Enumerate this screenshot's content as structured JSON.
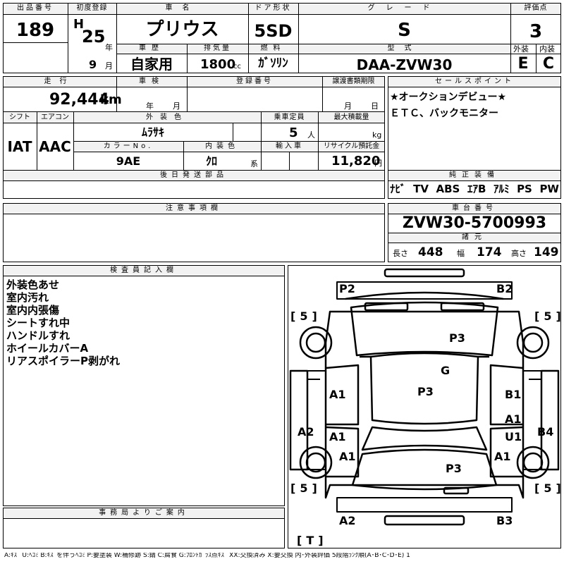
{
  "header": {
    "lot_no_label": "出品番号",
    "lot_no": "189",
    "first_reg_label": "初度登録",
    "era": "H",
    "year": "25",
    "year_unit": "年",
    "month": "9",
    "month_unit": "月",
    "car_name_label": "車名",
    "car_name": "プリウス",
    "door_label": "ドア形状",
    "door": "5SD",
    "grade_label": "グレード",
    "grade": "S",
    "score_label": "評価点",
    "score": "3",
    "history_label": "車歴",
    "history": "自家用",
    "displacement_label": "排気量",
    "displacement": "1800",
    "displacement_unit": "cc",
    "fuel_label": "燃料",
    "fuel": "ｶﾞｿﾘﾝ",
    "model_label": "型式",
    "model": "DAA-ZVW30",
    "ext_label": "外装",
    "ext_grade": "E",
    "int_label": "内装",
    "int_grade": "C"
  },
  "specs": {
    "mileage_label": "走行",
    "mileage": "92,444",
    "mileage_unit": "km",
    "inspection_label": "車検",
    "inspection_year_unit": "年",
    "inspection_month_unit": "月",
    "reg_no_label": "登録番号",
    "transfer_label": "譲渡書類期限",
    "transfer_month_unit": "月",
    "transfer_day_unit": "日",
    "shift_label": "シフト",
    "shift": "IAT",
    "ac_label": "エアコン",
    "ac": "AAC",
    "ext_color_label": "外装色",
    "ext_color": "ﾑﾗｻｷ",
    "seats_label": "乗車定員",
    "seats": "5",
    "seats_unit": "人",
    "load_label": "最大積載量",
    "load_unit": "kg",
    "color_no_label": "カラーNo.",
    "color_no": "9AE",
    "int_color_label": "内装色",
    "int_color": "ｸﾛ",
    "int_color_unit": "系",
    "import_label": "輸入車",
    "recycle_label": "リサイクル預託金",
    "recycle": "11,820",
    "recycle_unit": "円",
    "later_parts_label": "後日発送部品"
  },
  "sales_points": {
    "label": "セールスポイント",
    "line1": "★オークションデビュー★",
    "line2": "ＥＴＣ、バックモニター"
  },
  "equipment": {
    "label": "純正装備",
    "items": [
      "ﾅﾋﾞ",
      "TV",
      "ABS",
      "ｴｱB",
      "ｱﾙﾐ",
      "PS",
      "PW"
    ]
  },
  "caution_label": "注意事項欄",
  "chassis": {
    "label": "車台番号",
    "number": "ZVW30-5700993",
    "dims_label": "諸元",
    "length_label": "長さ",
    "length": "448",
    "width_label": "幅",
    "width": "174",
    "height_label": "高さ",
    "height": "149"
  },
  "inspector": {
    "label": "検査員記入欄",
    "notes": [
      "外装色あせ",
      "室内汚れ",
      "室内内張傷",
      "シートすれ中",
      "ハンドルすれ",
      "ホイールカバーA",
      "リアスポイラーP剥がれ"
    ]
  },
  "office_label": "事務局よりご案内",
  "diagram": {
    "tire_fl": "5",
    "tire_fr": "5",
    "tire_rl": "5",
    "tire_rr": "5",
    "tire_spare": "T",
    "marks": {
      "front_left_bumper": "P2",
      "front_right_bumper": "B2",
      "hood": "P3",
      "windshield": "G",
      "roof": "P3",
      "trunk": "P3",
      "left_front_fender": "A1",
      "right_front_fender": "B1",
      "left_door": "A1",
      "right_door_a": "A1",
      "right_door_u": "U1",
      "left_rear_fender": "A1",
      "right_rear_fender": "A1",
      "left_sill": "A2",
      "right_sill": "B4",
      "rear_left_bumper": "A2",
      "rear_right_bumper": "B3"
    }
  },
  "legend": "A:ｷｽﾞ U:ﾍｺﾐ B:ｷｽﾞを伴うﾍｺﾐ P:要塗装 W:補修跡 S:錆 C:腐食 G:ﾌﾛﾝﾄｶﾞﾗｽ点ｷｽﾞ XX:交換済み X:要交換 内･外装評価 5段階ﾗﾝｸ順(A･B･C･D･E) 1"
}
